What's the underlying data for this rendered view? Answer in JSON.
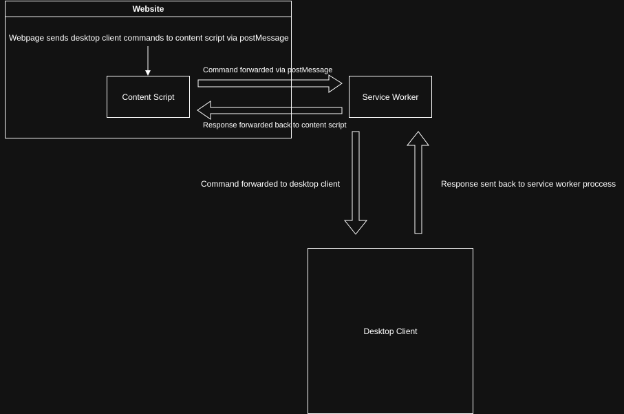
{
  "website": {
    "title": "Website",
    "description": "Webpage sends desktop client commands to content script via postMessage"
  },
  "nodes": {
    "content_script": "Content Script",
    "service_worker": "Service Worker",
    "desktop_client": "Desktop Client"
  },
  "edges": {
    "cs_to_sw": "Command forwarded via postMessage",
    "sw_to_cs": "Response forwarded back to content script",
    "sw_to_dc": "Command forwarded to desktop client",
    "dc_to_sw": "Response sent back to service worker proccess"
  },
  "colors": {
    "background": "#121212",
    "stroke": "#ffffff",
    "text": "#ffffff"
  }
}
